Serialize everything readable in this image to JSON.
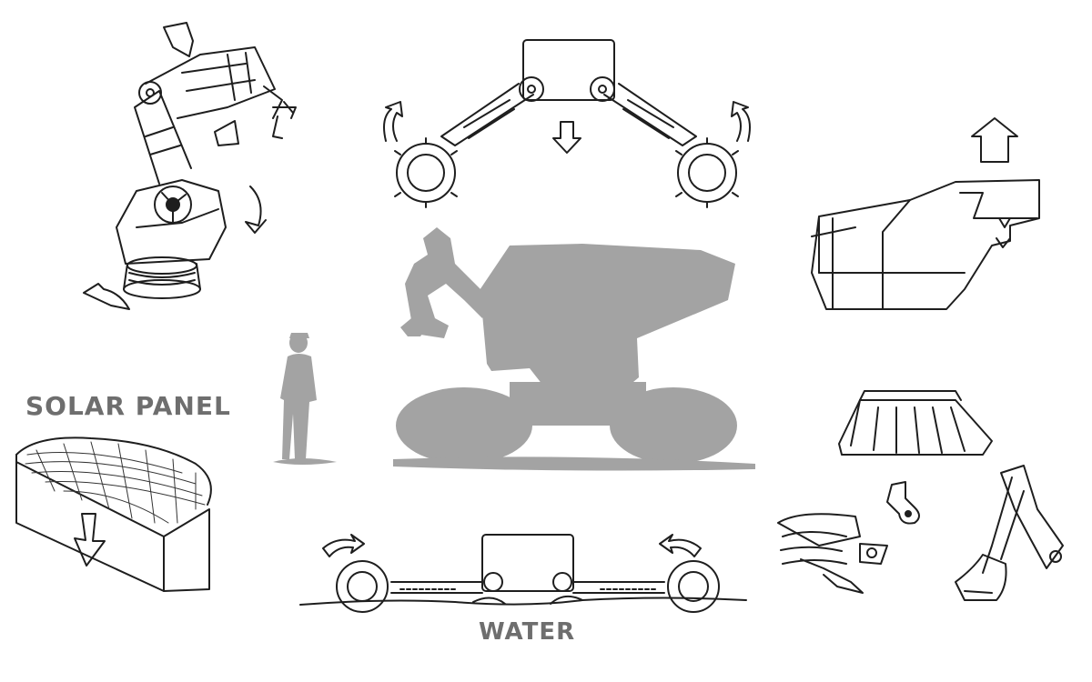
{
  "labels": {
    "solar_panel": "SOLAR PANEL",
    "water": "WATER"
  },
  "colors": {
    "ink": "#1e1e1e",
    "silhouette": "#a3a3a3",
    "label": "#6e6e6e",
    "background": "#ffffff"
  },
  "sketches": [
    "robotic-arm-sketch",
    "raised-legs-sketch",
    "cabin-module-sketch",
    "vehicle-silhouette",
    "human-silhouette",
    "solar-panel-module-sketch",
    "water-mode-sketch",
    "claw-bucket-sketch",
    "plow-attachment-sketch",
    "backhoe-arm-sketch"
  ]
}
